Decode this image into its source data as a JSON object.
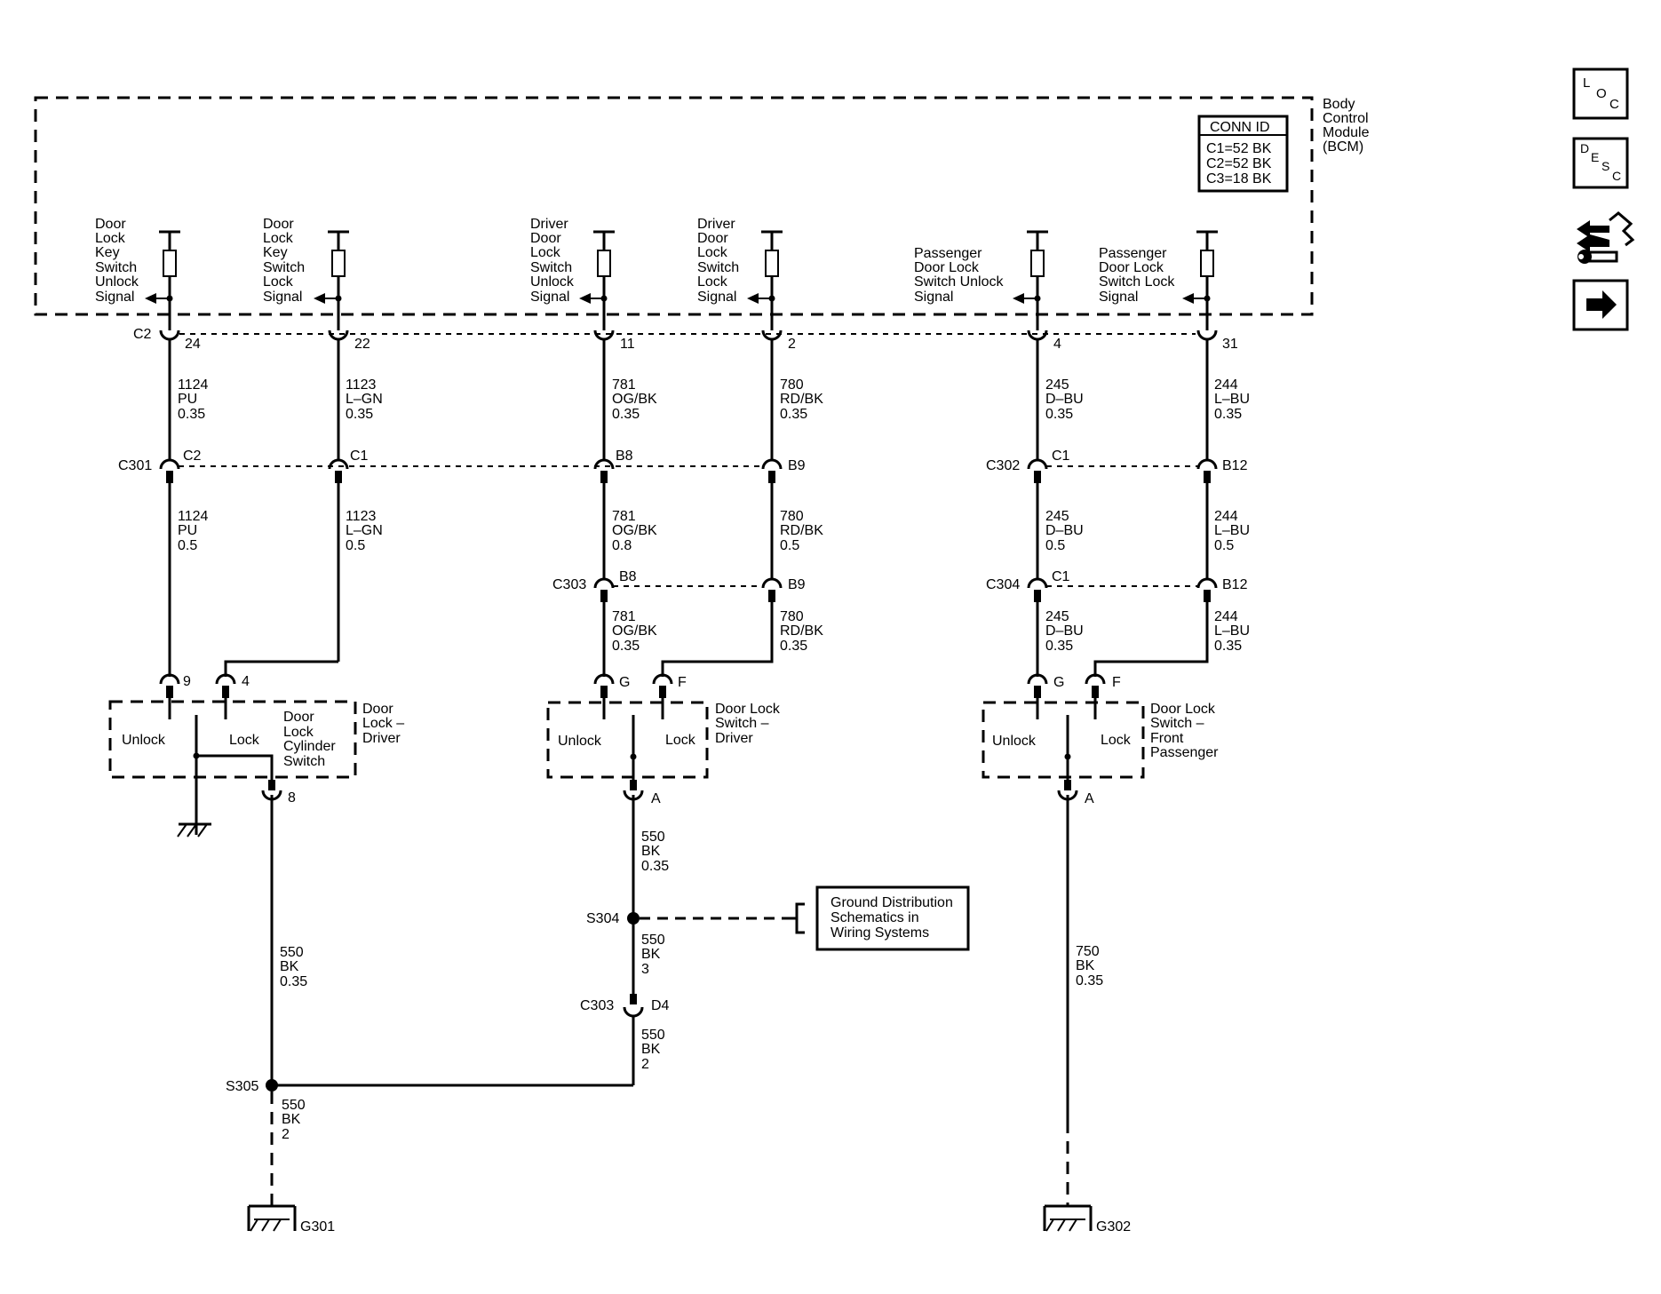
{
  "bcm": {
    "name_lines": [
      "Body",
      "Control",
      "Module",
      "(BCM)"
    ],
    "conn_id": {
      "title": "CONN ID",
      "lines": [
        "C1=52 BK",
        "C2=52 BK",
        "C3=18 BK"
      ]
    },
    "signals": [
      {
        "lines": [
          "Door",
          "Lock",
          "Key",
          "Switch",
          "Unlock",
          "Signal"
        ],
        "connector": "C2",
        "pin": "24"
      },
      {
        "lines": [
          "Door",
          "Lock",
          "Key",
          "Switch",
          "Lock",
          "Signal"
        ],
        "connector": "",
        "pin": "22"
      },
      {
        "lines": [
          "Driver",
          "Door",
          "Lock",
          "Switch",
          "Unlock",
          "Signal"
        ],
        "connector": "",
        "pin": "11"
      },
      {
        "lines": [
          "Driver",
          "Door",
          "Lock",
          "Switch",
          "Lock",
          "Signal"
        ],
        "connector": "",
        "pin": "2"
      },
      {
        "lines": [
          "Passenger",
          "Door Lock",
          "Switch Unlock",
          "Signal"
        ],
        "connector": "",
        "pin": "4"
      },
      {
        "lines": [
          "Passenger",
          "Door Lock",
          "Switch Lock",
          "Signal"
        ],
        "connector": "",
        "pin": "31"
      }
    ]
  },
  "wires": {
    "w1124_a": [
      "1124",
      "PU",
      "0.35"
    ],
    "w1123_a": [
      "1123",
      "L–GN",
      "0.35"
    ],
    "w781_a": [
      "781",
      "OG/BK",
      "0.35"
    ],
    "w780_a": [
      "780",
      "RD/BK",
      "0.35"
    ],
    "w245_a": [
      "245",
      "D–BU",
      "0.35"
    ],
    "w244_a": [
      "244",
      "L–BU",
      "0.35"
    ],
    "w1124_b": [
      "1124",
      "PU",
      "0.5"
    ],
    "w1123_b": [
      "1123",
      "L–GN",
      "0.5"
    ],
    "w781_b": [
      "781",
      "OG/BK",
      "0.8"
    ],
    "w780_b": [
      "780",
      "RD/BK",
      "0.5"
    ],
    "w245_b": [
      "245",
      "D–BU",
      "0.5"
    ],
    "w244_b": [
      "244",
      "L–BU",
      "0.5"
    ],
    "w781_c": [
      "781",
      "OG/BK",
      "0.35"
    ],
    "w780_c": [
      "780",
      "RD/BK",
      "0.35"
    ],
    "w245_c": [
      "245",
      "D–BU",
      "0.35"
    ],
    "w244_c": [
      "244",
      "L–BU",
      "0.35"
    ],
    "w550_driver": [
      "550",
      "BK",
      "0.35"
    ],
    "w550_switch": [
      "550",
      "BK",
      "0.35"
    ],
    "w550_s304": [
      "550",
      "BK",
      "3"
    ],
    "w550_c303": [
      "550",
      "BK",
      "2"
    ],
    "w550_s305": [
      "550",
      "BK",
      "2"
    ],
    "w750": [
      "750",
      "BK",
      "0.35"
    ]
  },
  "connectors": {
    "c301": {
      "name": "C301",
      "pins": [
        "C2",
        "C1",
        "B8",
        "B9"
      ]
    },
    "c302": {
      "name": "C302",
      "pins": [
        "C1",
        "B12"
      ]
    },
    "c303_top": {
      "name": "C303",
      "pins": [
        "B8",
        "B9"
      ]
    },
    "c304": {
      "name": "C304",
      "pins": [
        "C1",
        "B12"
      ]
    },
    "c303_bottom": {
      "name": "C303",
      "pin": "D4"
    }
  },
  "components": {
    "door_lock_driver": {
      "name_lines": [
        "Door",
        "Lock –",
        "Driver"
      ],
      "cylinder_lines": [
        "Door",
        "Lock",
        "Cylinder",
        "Switch"
      ],
      "unlock": "Unlock",
      "lock": "Lock",
      "pins": [
        "9",
        "4",
        "8"
      ]
    },
    "switch_driver": {
      "name_lines": [
        "Door Lock",
        "Switch –",
        "Driver"
      ],
      "unlock": "Unlock",
      "lock": "Lock",
      "pins": [
        "G",
        "F",
        "A"
      ]
    },
    "switch_passenger": {
      "name_lines": [
        "Door Lock",
        "Switch –",
        "Front",
        "Passenger"
      ],
      "unlock": "Unlock",
      "lock": "Lock",
      "pins": [
        "G",
        "F",
        "A"
      ]
    }
  },
  "splices": {
    "s304": "S304",
    "s305": "S305"
  },
  "grounds": {
    "g301": "G301",
    "g302": "G302"
  },
  "ground_ref": {
    "lines": [
      "Ground Distribution",
      "Schematics in",
      "Wiring Systems"
    ]
  },
  "nav": {
    "loc": [
      "L",
      "O",
      "C"
    ],
    "desc": [
      "D",
      "E",
      "S",
      "C"
    ],
    "icons": [
      "location-icon",
      "description-icon",
      "connector-tool-icon",
      "next-arrow-icon"
    ]
  }
}
